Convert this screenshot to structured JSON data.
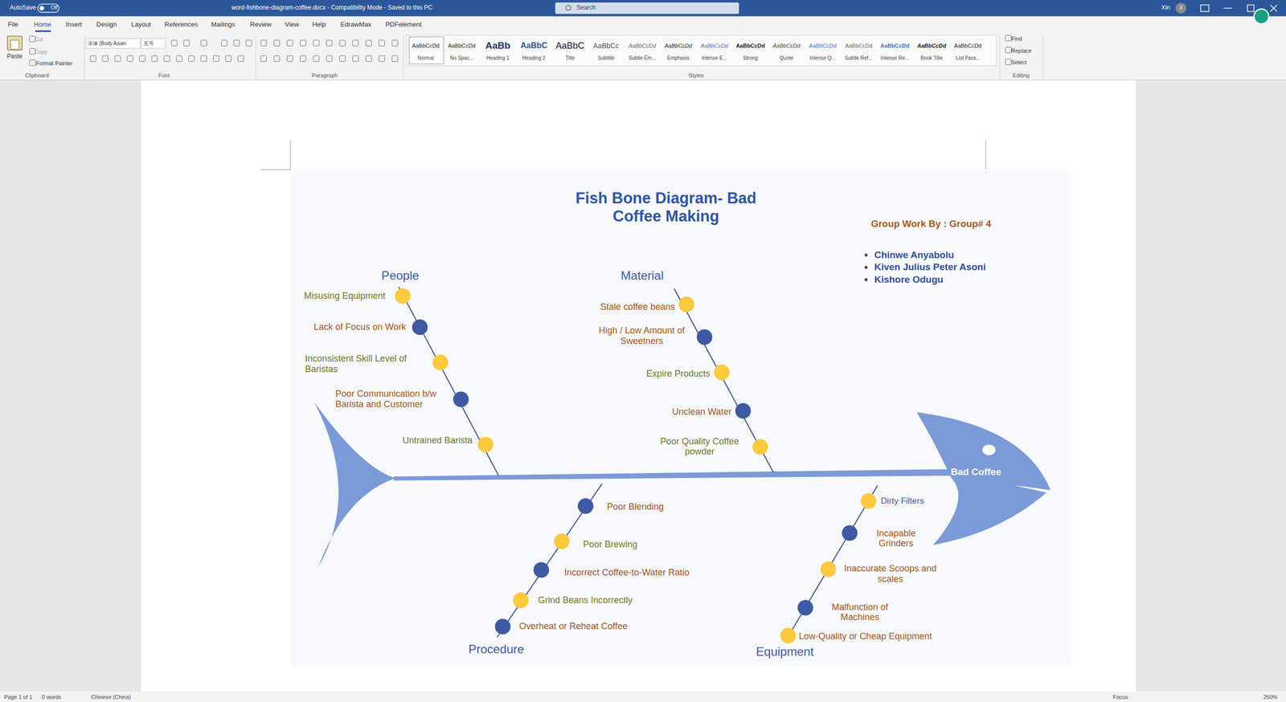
{
  "diagram": {
    "title": "Fish Bone Diagram- Bad Coffee Making",
    "nodes": [
      {
        "text": [
          "Bad Coffee"
        ]
      }
    ],
    "labels": [
      "AutoSave",
      "Off",
      "word-fishbone-diagram-coffee.docx - Compatibility Mode - Saved to this PC",
      "Search",
      "Xin",
      "X",
      "File",
      "Home",
      "Insert",
      "Design",
      "Layout",
      "References",
      "Mailings",
      "Review",
      "View",
      "Help",
      "EdrawMax",
      "PDFelement",
      "Paste",
      "Cut",
      "Copy",
      "Format Painter",
      "Clipboard",
      "宋体 (Body Asian",
      "五号",
      "Font",
      "Paragraph",
      "AaBbCcDd",
      "AaBbCcDd",
      "AaBb",
      "AaBbC",
      "AaBbC",
      "AaBbCc",
      "AaBbCcDd",
      "AaBbCcDd",
      "AaBbCcDd",
      "AaBbCcDd",
      "AaBbCcDd",
      "AaBbCcDd",
      "AaBbCcDd",
      "AaBbCcDd",
      "AaBbCcDd",
      "AaBbCcDd",
      "Normal",
      "No Spac...",
      "Heading 1",
      "Heading 2",
      "Title",
      "Subtitle",
      "Subtle Em...",
      "Emphasis",
      "Intense E...",
      "Strong",
      "Quote",
      "Intense Q...",
      "Subtle Ref...",
      "Intense Re...",
      "Book Title",
      "List Para...",
      "Styles",
      "Find",
      "Replace",
      "Select",
      "Editing",
      "Page 1 of 1",
      "0 words",
      "Chinese (China)",
      "Focus",
      "250%",
      "Group Work By : Group# 4",
      "Chinwe Anyabolu",
      "Kiven Julius Peter Asoni",
      "Kishore Odugu",
      "People",
      "Material",
      "Procedure",
      "Equipment",
      "Misusing Equipment",
      "Lack of Focus on Work",
      "Inconsistent Skill Level of Baristas",
      "Poor Communication b/w Barista and Customer",
      "Untrained Barista",
      "Stale coffee beans",
      "High / Low Amount of Sweetners",
      "Expire Products",
      "Unclean Water",
      "Poor Quality Coffee powder",
      "Poor Blending",
      "Poor Brewing",
      "Incorrect Coffee-to-Water Ratio",
      "Grind Beans Incorrectly",
      "Overheat or Reheat Coffee",
      "Dirty Filters",
      "Incapable Grinders",
      "Inaccurate Scoops and scales",
      "Malfunction of Machines",
      "Low-Quality or Cheap Equipment"
    ]
  }
}
